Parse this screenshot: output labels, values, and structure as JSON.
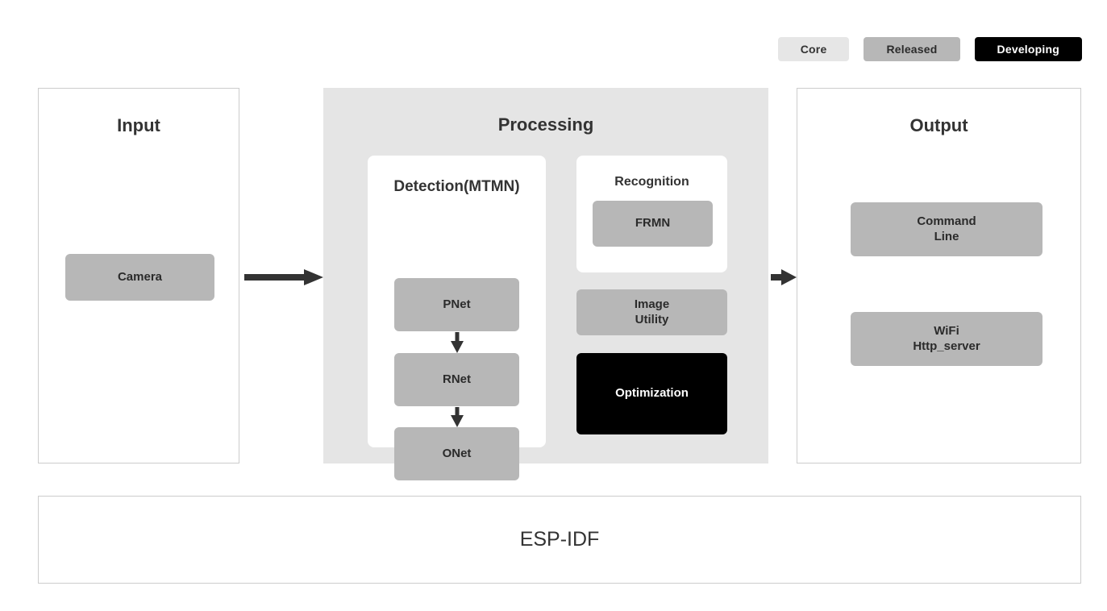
{
  "legend": {
    "items": [
      {
        "label": "Core",
        "color": "#e6e6e6",
        "text_color": "#333333"
      },
      {
        "label": "Released",
        "color": "#b7b7b7",
        "text_color": "#2b2b2b"
      },
      {
        "label": "Developing",
        "color": "#000000",
        "text_color": "#ffffff"
      }
    ]
  },
  "input": {
    "title": "Input",
    "camera": "Camera"
  },
  "processing": {
    "title": "Processing",
    "detection": {
      "title": "Detection(MTMN)",
      "stages": [
        "PNet",
        "RNet",
        "ONet"
      ]
    },
    "recognition": {
      "title": "Recognition",
      "model": "FRMN"
    },
    "image_utility": "Image\nUtility",
    "optimization": "Optimization"
  },
  "output": {
    "title": "Output",
    "items": [
      "Command\nLine",
      "WiFi\nHttp_server"
    ]
  },
  "foundation": {
    "label": "ESP-IDF"
  },
  "colors": {
    "core": "#e6e6e6",
    "released": "#b7b7b7",
    "developing": "#000000",
    "panel_border": "#cccccc",
    "text": "#333333",
    "arrow": "#333333"
  }
}
